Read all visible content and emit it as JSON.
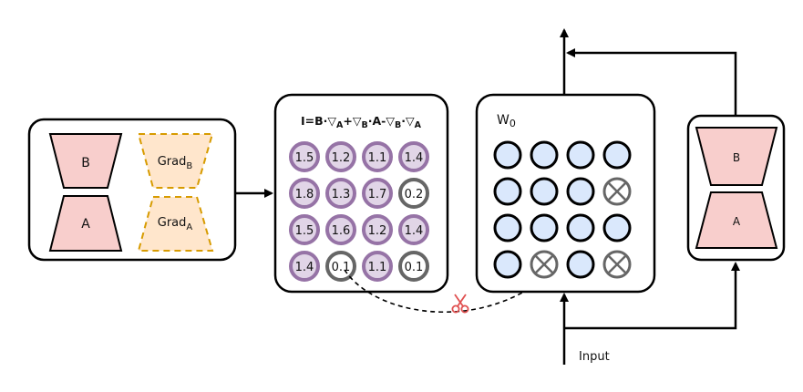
{
  "colors": {
    "stroke": "#000000",
    "trapezoid_fill": "#f8cecc",
    "trapezoid_stroke": "#000000",
    "grad_fill": "#ffe6cc",
    "grad_stroke": "#d79b00",
    "node_purple_fill": "#e1d5e7",
    "node_purple_stroke": "#9673a6",
    "node_gray_fill": "#ffffff",
    "node_gray_stroke": "#666666",
    "node_blue_fill": "#dae8fc",
    "node_blue_stroke": "#000000",
    "scissors": "#e05050"
  },
  "left_box": {
    "b_label": "B",
    "a_label": "A",
    "grad_b": {
      "base": "Grad",
      "sub": "B"
    },
    "grad_a": {
      "base": "Grad",
      "sub": "A"
    }
  },
  "importance_box": {
    "formula": {
      "p1": "I=B",
      "p2": "·",
      "p3": "▽",
      "p4": "A",
      "p5": "+",
      "p6": "▽",
      "p7": "B",
      "p8": "·A-",
      "p9": "▽",
      "p10": "B",
      "p11": "·",
      "p12": "▽",
      "p13": "A"
    },
    "grid": [
      [
        "1.5",
        "1.2",
        "1.1",
        "1.4"
      ],
      [
        "1.8",
        "1.3",
        "1.7",
        "0.2"
      ],
      [
        "1.5",
        "1.6",
        "1.2",
        "1.4"
      ],
      [
        "1.4",
        "0.1",
        "1.1",
        "0.1"
      ]
    ],
    "grid_pruned": [
      [
        false,
        false,
        false,
        false
      ],
      [
        false,
        false,
        false,
        true
      ],
      [
        false,
        false,
        false,
        false
      ],
      [
        false,
        true,
        false,
        true
      ]
    ]
  },
  "weight_box": {
    "title": {
      "base": "W",
      "sub": "0"
    },
    "grid_pruned": [
      [
        false,
        false,
        false,
        false
      ],
      [
        false,
        false,
        false,
        true
      ],
      [
        false,
        false,
        false,
        false
      ],
      [
        false,
        true,
        false,
        true
      ]
    ],
    "pruned_icon": "circle-x-icon"
  },
  "right_box": {
    "b_label": "B",
    "a_label": "A"
  },
  "input_label": "Input",
  "icons": {
    "scissors": "scissors-icon"
  }
}
